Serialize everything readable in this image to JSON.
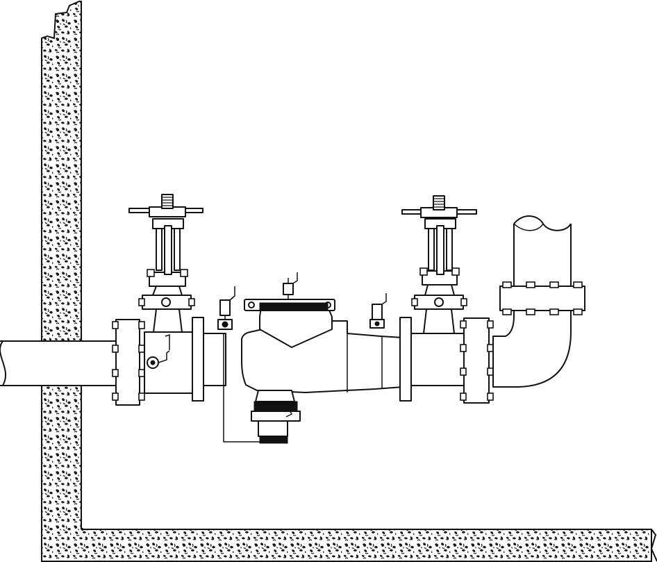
{
  "figure": {
    "type": "technical-illustration",
    "subject": "backflow-preventer-assembly",
    "components": [
      "concrete-wall",
      "concrete-floor",
      "inlet-pipe",
      "inlet-flange",
      "inlet-os-y-gate-valve",
      "check-valve-body",
      "relief-valve",
      "outlet-os-y-gate-valve",
      "outlet-flange",
      "outlet-elbow-riser",
      "test-cocks"
    ],
    "colors": {
      "line": "#111111",
      "background": "#ffffff",
      "concrete-speckle": "#1a1a1a"
    }
  }
}
